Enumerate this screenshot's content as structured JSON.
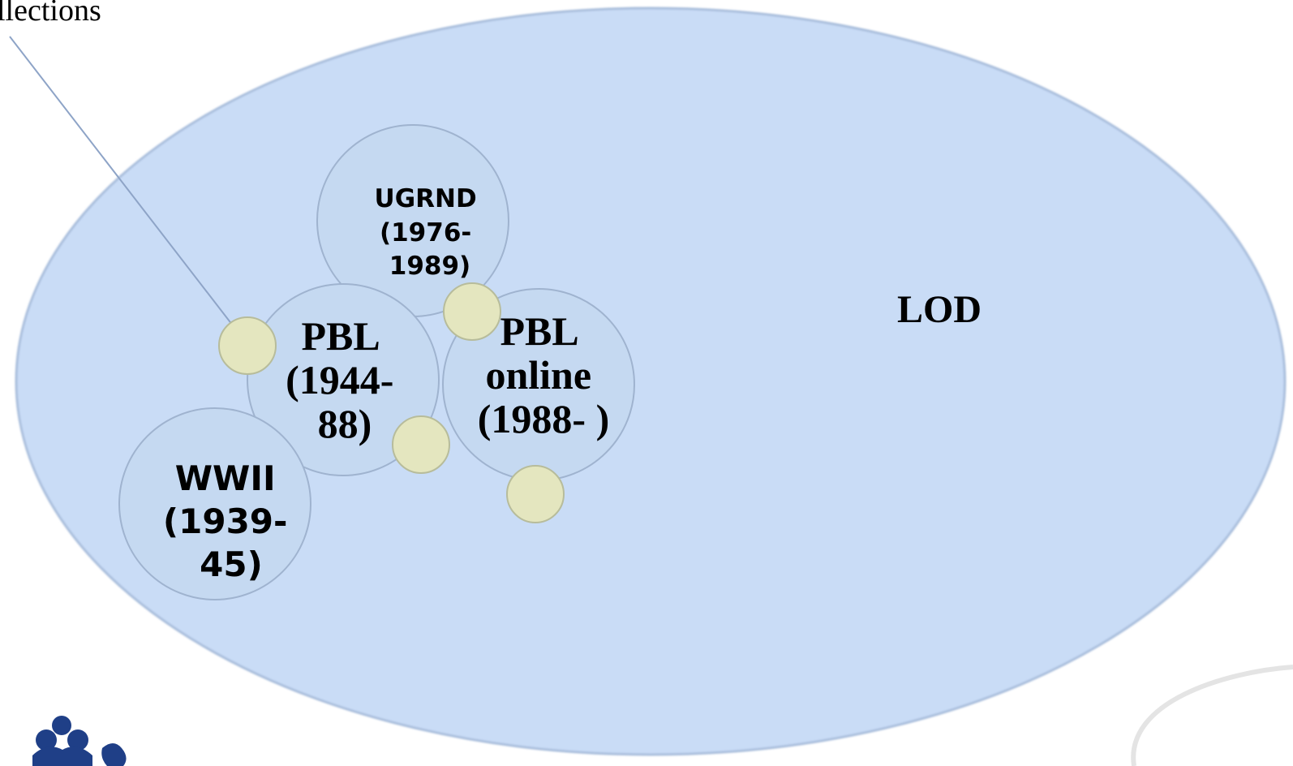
{
  "callout": {
    "text": "llections"
  },
  "outer_set": {
    "label": "LOD",
    "fill": "#c9dcf6",
    "stroke": "#a9bedc"
  },
  "collections": [
    {
      "id": "ugrnd",
      "lines": [
        "UGRND",
        "(1976-",
        "1989)"
      ],
      "style": "sans"
    },
    {
      "id": "pbl",
      "lines": [
        "PBL",
        "(1944-",
        "88)"
      ],
      "style": "serif"
    },
    {
      "id": "pbl-online",
      "lines": [
        "PBL",
        "online",
        "(1988- )"
      ],
      "style": "serif"
    },
    {
      "id": "wwii",
      "lines": [
        "WWII",
        "(1939-",
        "45)"
      ],
      "style": "sans"
    }
  ],
  "colors": {
    "collection_fill": "#c5d9f1",
    "collection_stroke": "#9fb3cf",
    "small_collection_fill": "#e4e6bf",
    "small_collection_stroke": "#b7bc9b",
    "logo": "#1f3f87",
    "connector": "#8ea4c7"
  },
  "logo": {
    "icon": "flower-logo-icon"
  }
}
